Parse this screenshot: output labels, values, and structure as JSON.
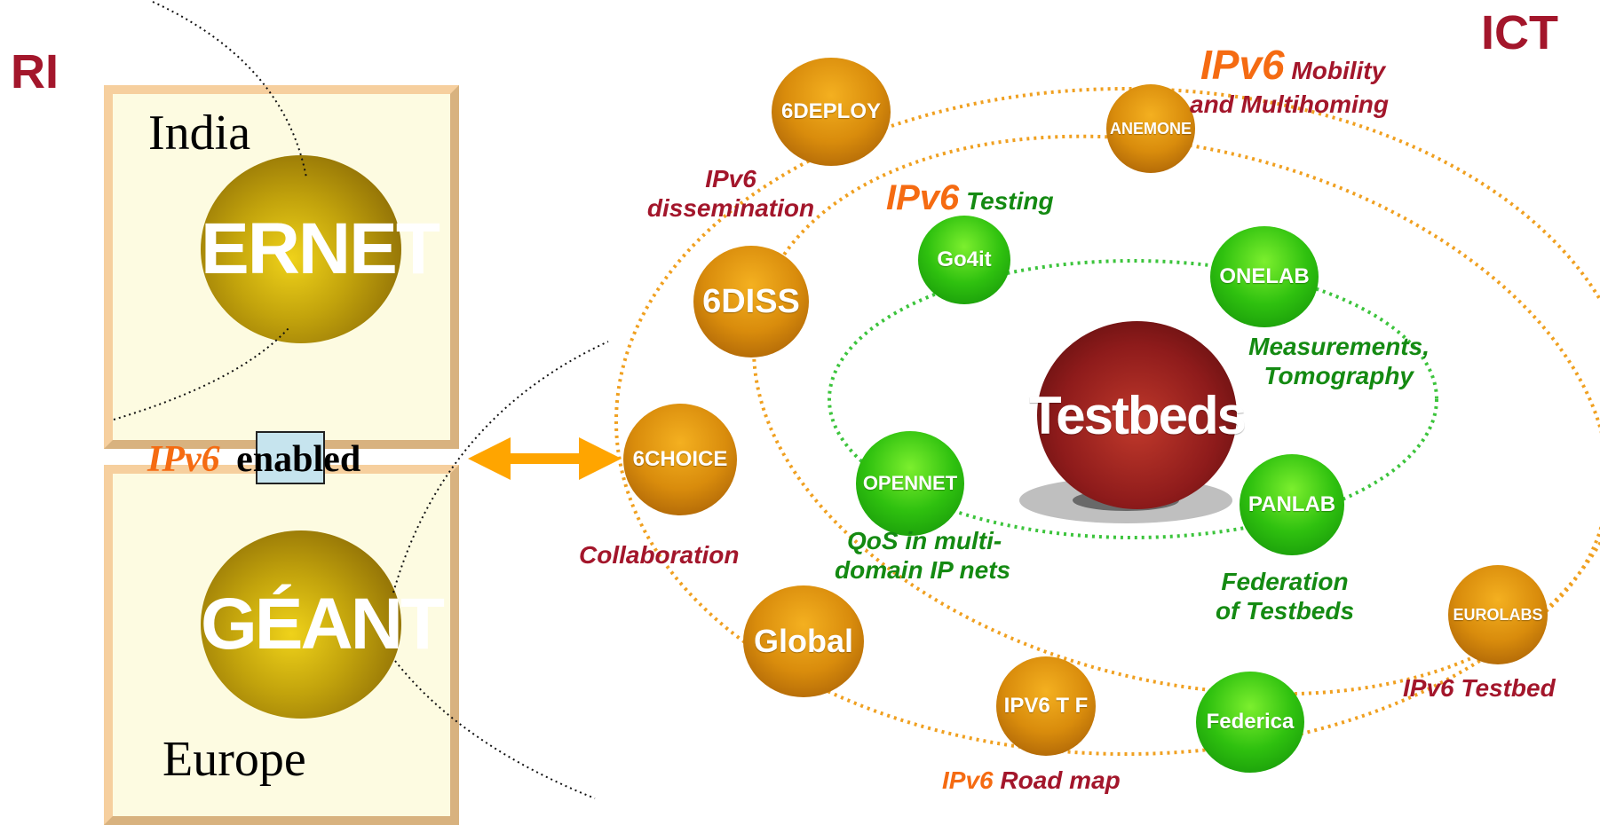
{
  "corners": {
    "left": "RI",
    "right": "ICT"
  },
  "left_panels": {
    "india": {
      "place": "India",
      "sphere": "ERNET"
    },
    "europe": {
      "place": "Europe",
      "sphere": "GÉANT"
    },
    "link": {
      "ipv6": "IPv6",
      "enabled": "enabled"
    }
  },
  "center_sphere": "Testbeds",
  "nodes": {
    "d6deploy": "6DEPLOY",
    "anemone": "ANEMONE",
    "d6diss": "6DISS",
    "d6choice": "6CHOICE",
    "global": "Global",
    "ipv6tf": "IPV6 T F",
    "federica": "Federica",
    "eurolabs": "EUROLABS",
    "go4it": "Go4it",
    "onelab": "ONELAB",
    "opennet": "OPENNET",
    "panlab": "PANLAB"
  },
  "labels": {
    "mobility_ipv6": "IPv6",
    "mobility_1": "Mobility",
    "mobility_2": "and Multihoming",
    "dissemination_1": "IPv6",
    "dissemination_2": "dissemination",
    "testing_ipv6": "IPv6",
    "testing": "Testing",
    "measurements_1": "Measurements,",
    "measurements_2": "Tomography",
    "qos_1": "QoS in multi-",
    "qos_2": "domain IP nets",
    "federation_1": "Federation",
    "federation_2": "of Testbeds",
    "collaboration": "Collaboration",
    "testbed": "IPv6 Testbed",
    "roadmap_ipv6": "IPv6",
    "roadmap": "Road map"
  },
  "colors": {
    "dark_red": "#a3162b",
    "green_text": "#148a12",
    "orange_text": "#f56b12",
    "orange_ring": "#f0a020",
    "green_ring": "#3cc43c",
    "panel_bg": "#fdfbe1",
    "arrow": "#ffa500"
  }
}
